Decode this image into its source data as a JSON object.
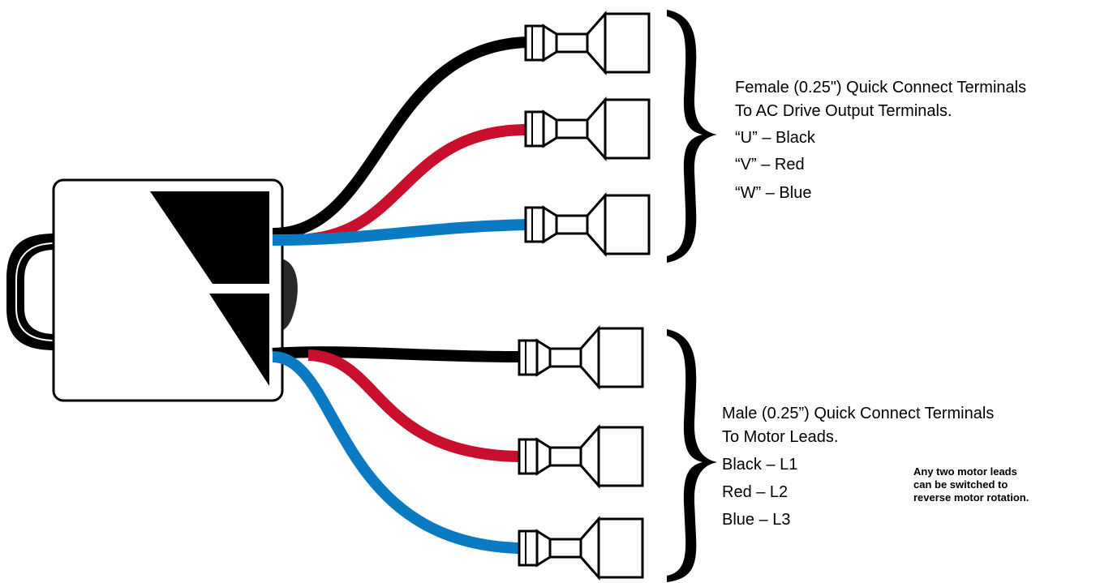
{
  "wire_colors": {
    "black": "#000000",
    "red": "#c8102e",
    "blue": "#0a7bc2"
  },
  "output_group": {
    "heading": "Female (0.25\") Quick Connect Terminals",
    "subheading": "To AC Drive Output Terminals.",
    "leads": [
      "“U” – Black",
      "“V” – Red",
      "“W” – Blue"
    ]
  },
  "motor_group": {
    "heading": "Male (0.25”) Quick Connect Terminals",
    "subheading": "To Motor Leads.",
    "leads": [
      "Black – L1",
      "Red – L2",
      "Blue – L3"
    ],
    "note": [
      "Any two motor leads",
      "can be switched to",
      "reverse motor rotation."
    ]
  }
}
